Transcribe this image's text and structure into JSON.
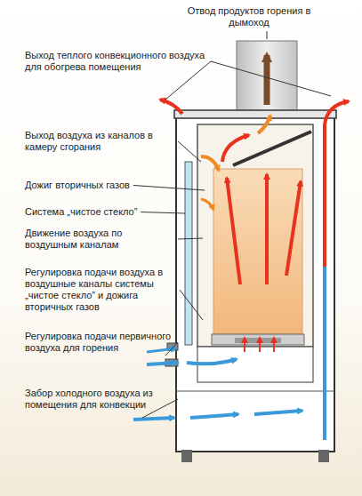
{
  "diagram": {
    "labels": [
      "Отвод продуктов горения в дымоход",
      "Выход теплого конвекционного воздуха для обогрева помещения",
      "Выход воздуха из каналов в камеру сгорания",
      "Дожиг вторичных газов",
      "Система „чистое стекло”",
      "Движение воздуха по воздушным каналам",
      "Регулировка подачи воздуха в воздушные каналы системы „чистое стекло” и дожига вторичных газов",
      "Регулировка подачи первичного воздуха для горения",
      "Забор холодного воздуха из помещения для конвекции"
    ]
  }
}
